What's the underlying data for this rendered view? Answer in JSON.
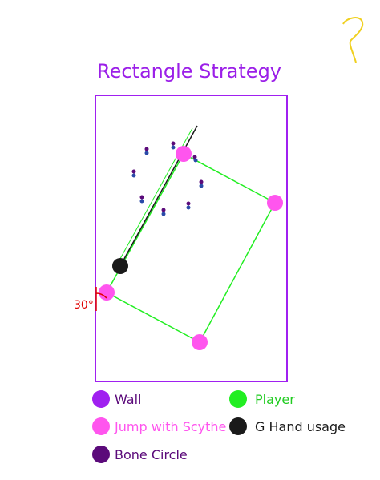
{
  "title": "Rectangle Strategy",
  "angle_label": "30°",
  "colors": {
    "title": "#9b1fe8",
    "wall": "#a020f0",
    "player": "#22ee22",
    "jump": "#ff55ee",
    "g_hand": "#1a1a1a",
    "bone_circle": "#5b0a7a",
    "angle": "#e00000",
    "doodle": "#f0d020"
  },
  "legend": [
    {
      "label": "Wall",
      "color": "#a020f0",
      "color_label": "#5b0a7a"
    },
    {
      "label": "Player",
      "color": "#22ee22",
      "color_label": "#22cc22"
    },
    {
      "label": "Jump with Scythe",
      "color": "#ff55ee",
      "color_label": "#ff55ee"
    },
    {
      "label": "G Hand usage",
      "color": "#1a1a1a",
      "color_label": "#1a1a1a"
    },
    {
      "label": "Bone Circle",
      "color": "#5b0a7a",
      "color_label": "#5b0a7a"
    }
  ]
}
